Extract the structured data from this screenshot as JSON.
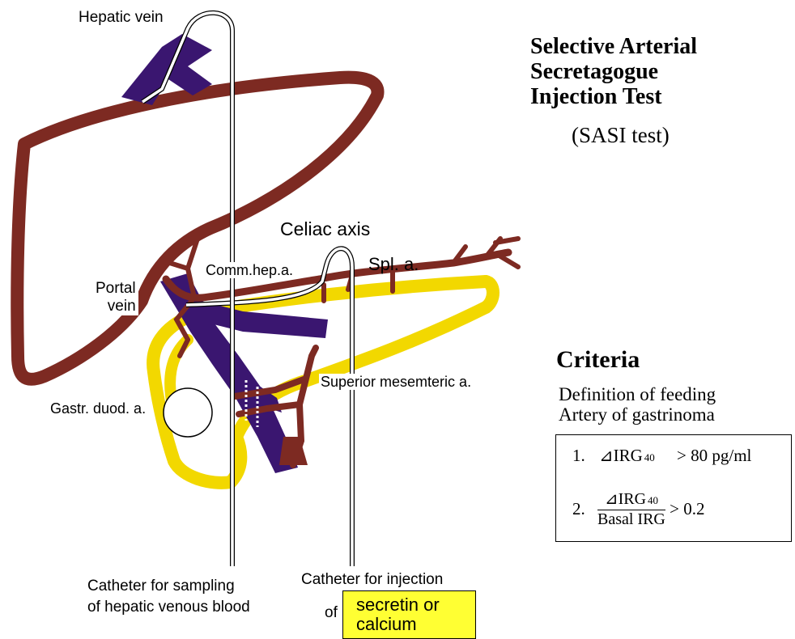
{
  "title_lines": [
    "Selective Arterial",
    "Secretagogue",
    "Injection Test"
  ],
  "subtitle": "(SASI test)",
  "labels": {
    "hepatic_vein": "Hepatic vein",
    "celiac_axis": "Celiac axis",
    "comm_hep_a": "Comm.hep.a.",
    "spl_a": "Spl. a.",
    "portal_vein_1": "Portal",
    "portal_vein_2": "vein",
    "superior_mesenteric_a": "Superior mesemteric a.",
    "gastr_duod_a": "Gastr. duod. a.",
    "catheter_sampling_1": "Catheter for sampling",
    "catheter_sampling_2": "of hepatic venous blood",
    "catheter_injection_1": "Catheter for injection",
    "catheter_injection_of": "of",
    "secretin_1": "secretin or",
    "secretin_2": "calcium"
  },
  "criteria": {
    "heading": "Criteria",
    "desc_lines": [
      "Definition of feeding",
      "Artery of gastrinoma"
    ],
    "item1": {
      "num": "1.",
      "symbol": "⊿",
      "term": "IRG",
      "sub": "40",
      "op": "> 80 pg/ml"
    },
    "item2": {
      "num": "2.",
      "symbol": "⊿",
      "term": "IRG",
      "sub": "40",
      "den": "Basal IRG",
      "op": "> 0.2"
    }
  },
  "colors": {
    "liver": "#7d2a22",
    "vein": "#3a1670",
    "artery": "#7d2a22",
    "pancreas": "#f2d800",
    "highlight": "#ffff33"
  }
}
